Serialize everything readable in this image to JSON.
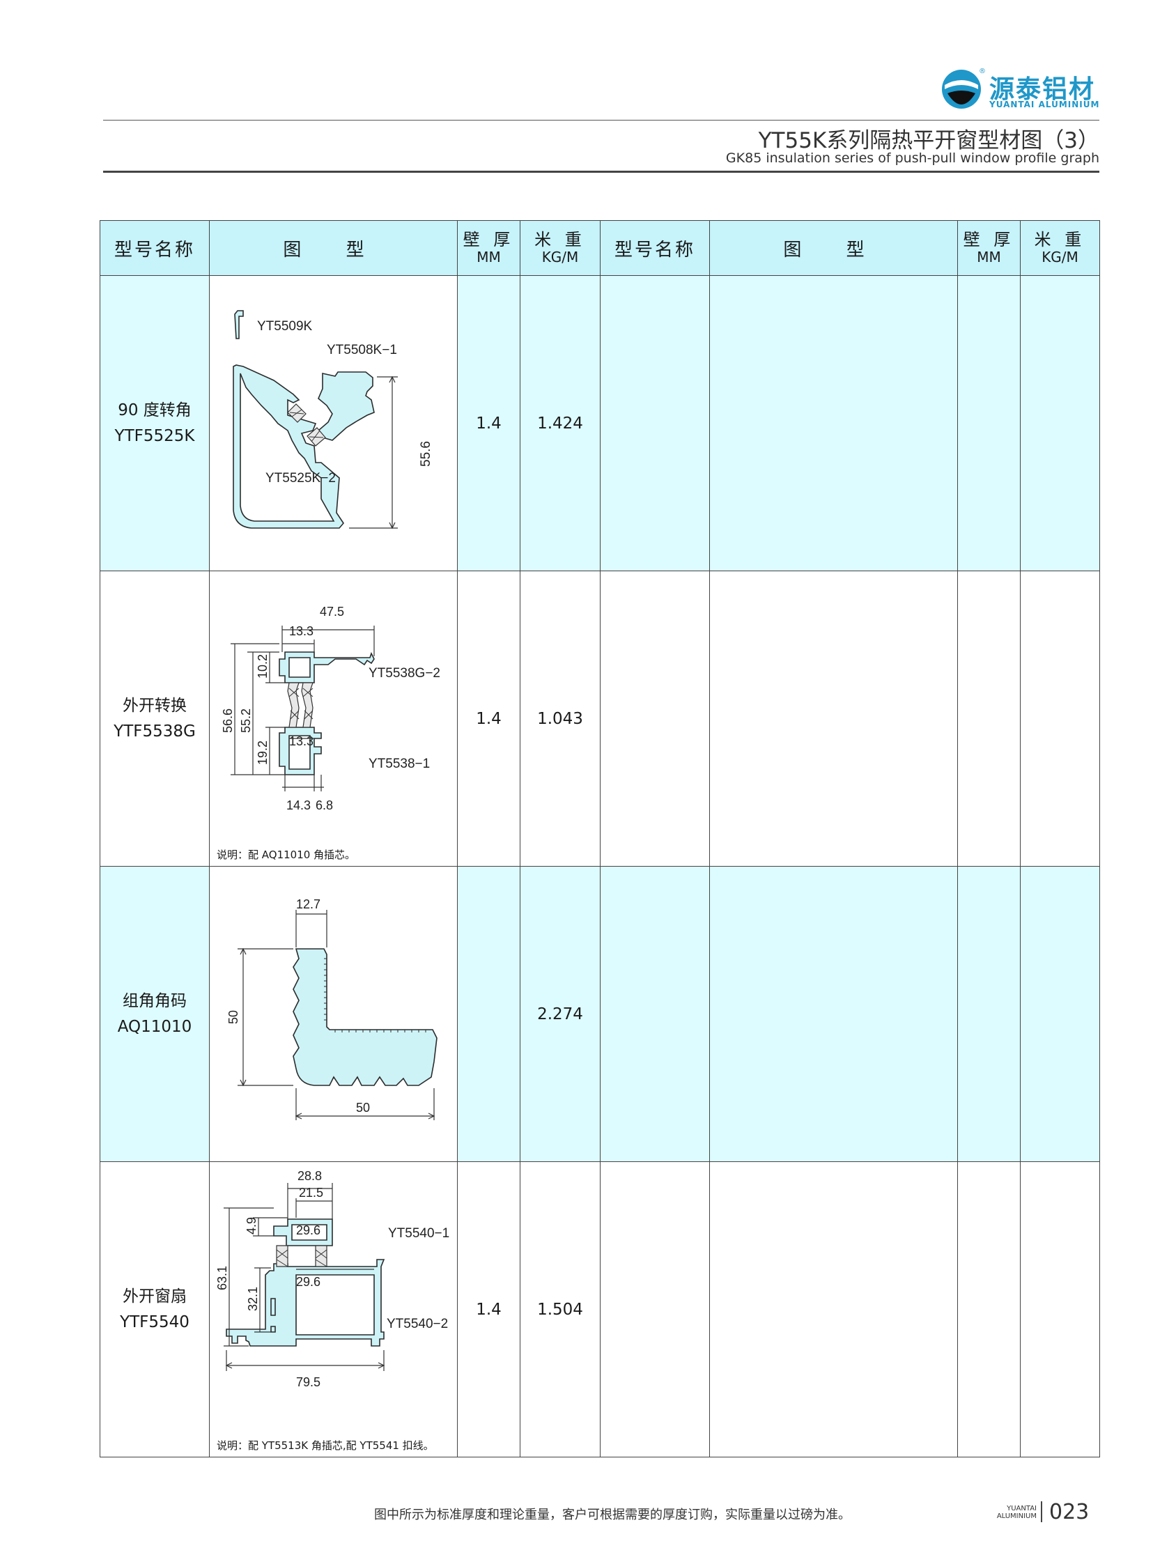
{
  "brand": {
    "name_cn": "源泰铝材",
    "name_en": "YUANTAI ALUMINIUM",
    "registered": "®",
    "accent_color": "#1f97c9"
  },
  "header": {
    "title_cn": "YT55K系列隔热平开窗型材图（3）",
    "title_en": "GK85 insulation series of push-pull window profile graph"
  },
  "table": {
    "headers": {
      "name": "型号名称",
      "figure": "图 型",
      "wall_top": "壁 厚",
      "wall_unit": "MM",
      "weight_top": "米 重",
      "weight_unit": "KG/M"
    },
    "rows": [
      {
        "name_cn": "90 度转角",
        "model": "YTF5525K",
        "wall": "1.4",
        "weight": "1.424",
        "labels": [
          "YT5509K",
          "YT5508K−1",
          "YT5525K−2"
        ],
        "dims": [
          "55.6"
        ]
      },
      {
        "name_cn": "外开转换",
        "model": "YTF5538G",
        "wall": "1.4",
        "weight": "1.043",
        "labels": [
          "YT5538G−2",
          "YT5538−1"
        ],
        "dims": [
          "47.5",
          "13.3",
          "10.2",
          "56.6",
          "55.2",
          "13.3",
          "19.2",
          "14.3",
          "6.8"
        ],
        "note": "说明：配 AQ11010 角插芯。"
      },
      {
        "name_cn": "组角角码",
        "model": "AQ11010",
        "wall": "",
        "weight": "2.274",
        "dims": [
          "12.7",
          "50",
          "50"
        ]
      },
      {
        "name_cn": "外开窗扇",
        "model": "YTF5540",
        "wall": "1.4",
        "weight": "1.504",
        "labels": [
          "YT5540−1",
          "YT5540−2"
        ],
        "dims": [
          "28.8",
          "21.5",
          "4.9",
          "29.6",
          "63.1",
          "29.6",
          "32.1",
          "79.5"
        ],
        "note": "说明：配 YT5513K 角插芯,配 YT5541 扣线。"
      }
    ]
  },
  "footer": {
    "note": "图中所示为标准厚度和理论重量，客户可根据需要的厚度订购，实际重量以过磅为准。",
    "brand_line1": "YUANTAI",
    "brand_line2": "ALUMINIUM",
    "page": "023"
  }
}
